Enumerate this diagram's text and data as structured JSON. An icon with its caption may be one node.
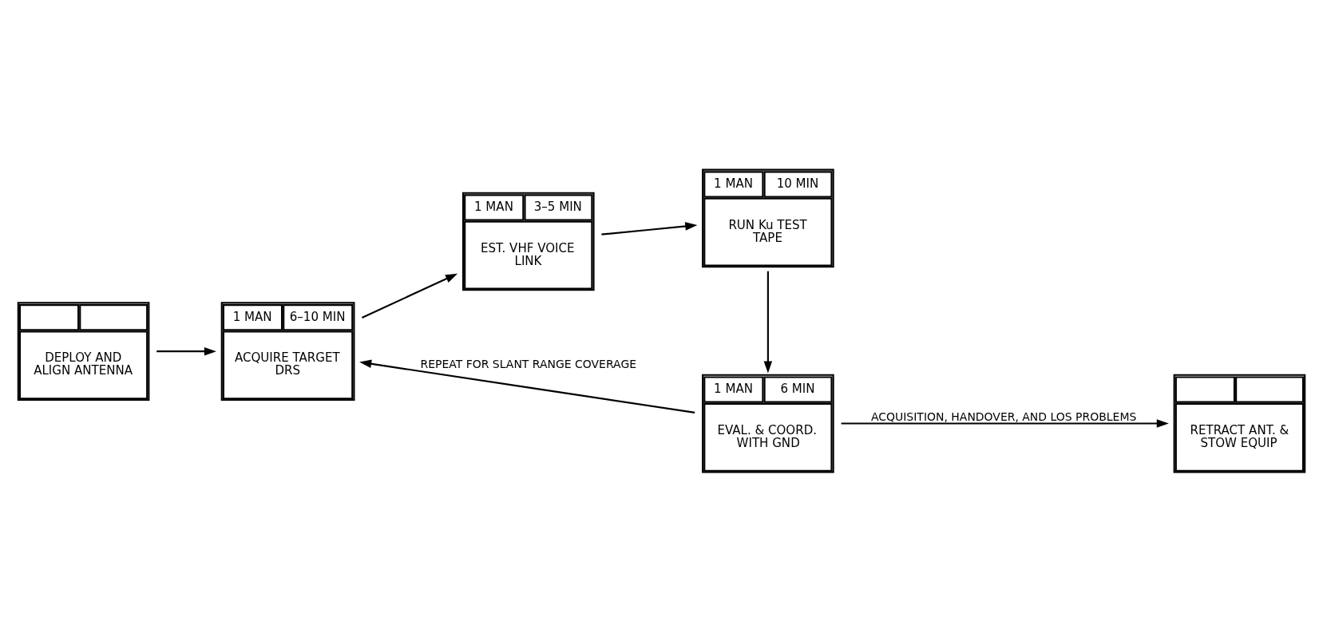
{
  "diagram": {
    "nodes": [
      {
        "text": [
          "DEPLOY AND ALIGN ANTENNA"
        ]
      },
      {
        "text": [
          "1 MAN",
          "6–10 MIN",
          "ACQUIRE TARGET DRS"
        ]
      },
      {
        "text": [
          "1 MAN",
          "3–5 MIN",
          "EST. VHF VOICE LINK"
        ]
      },
      {
        "text": [
          "1 MAN",
          "10 MIN",
          "RUN Ku TEST TAPE"
        ]
      },
      {
        "text": [
          "1 MAN",
          "6 MIN",
          "EVAL. & COORD. WITH GND"
        ]
      },
      {
        "text": [
          "RETRACT ANT. & STOW EQUIP"
        ]
      }
    ],
    "edges": [
      {
        "from": 0,
        "to": 1,
        "arrow": "to"
      },
      {
        "from": 1,
        "to": 2,
        "arrow": "to"
      },
      {
        "from": 2,
        "to": 3,
        "arrow": "to"
      },
      {
        "from": 3,
        "to": 4,
        "arrow": "to"
      },
      {
        "from": 4,
        "to": 1,
        "arrow": "to",
        "label": "REPEAT FOR SLANT RANGE COVERAGE"
      },
      {
        "from": 4,
        "to": 5,
        "arrow": "to",
        "label": "ACQUISITION, HANDOVER, AND LOS PROBLEMS"
      }
    ]
  }
}
